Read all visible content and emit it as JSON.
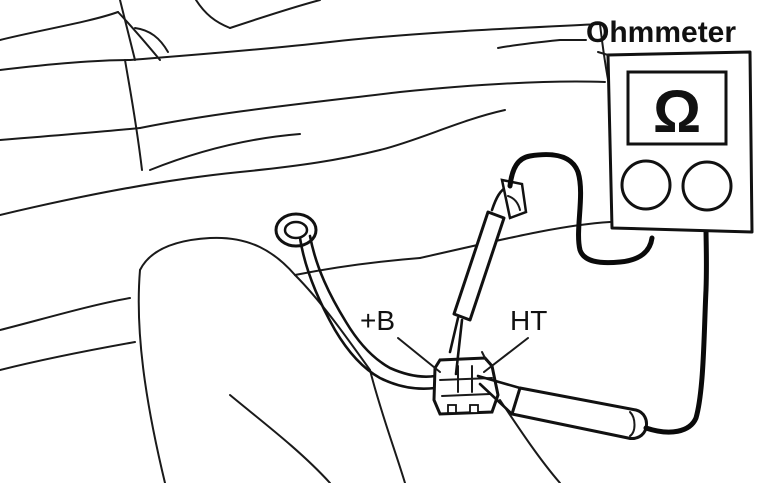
{
  "labels": {
    "meter": "Ohmmeter",
    "omega": "Ω",
    "positive_terminal": "+B",
    "ht_terminal": "HT"
  }
}
